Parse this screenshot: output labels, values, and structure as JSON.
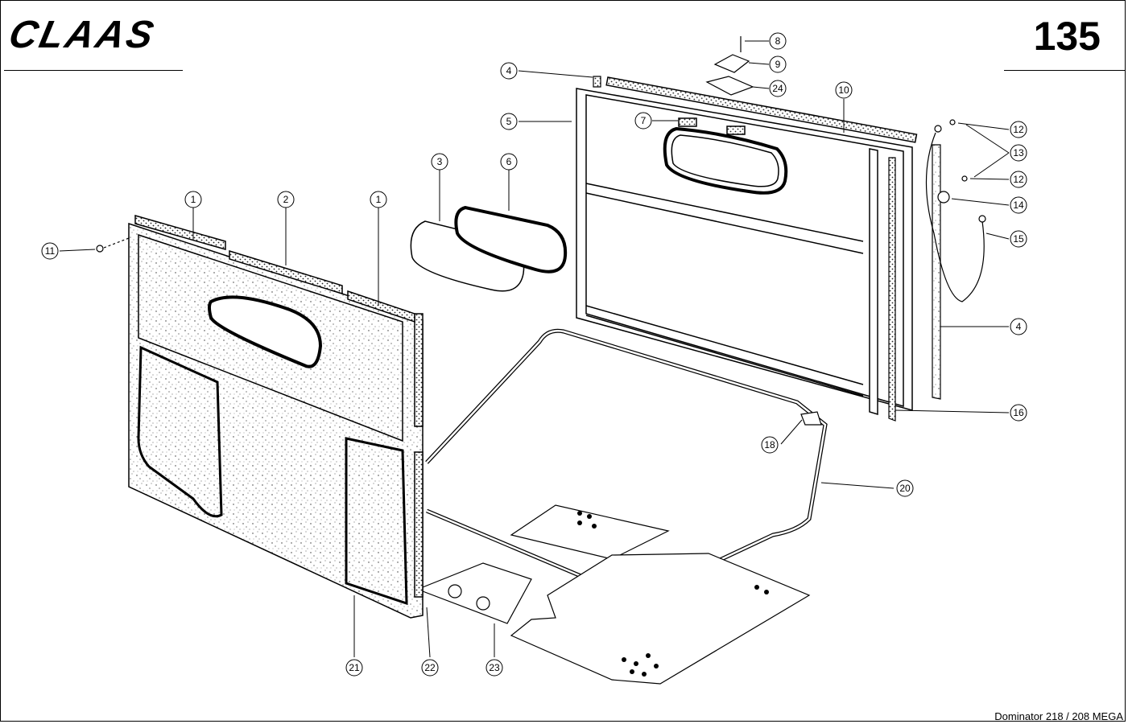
{
  "header": {
    "brand": "CLAAS",
    "page_number": "135"
  },
  "footer": {
    "model": "Dominator 218 / 208 MEGA"
  },
  "callouts": [
    "1",
    "2",
    "1",
    "3",
    "6",
    "4",
    "5",
    "7",
    "8",
    "9",
    "24",
    "10",
    "11",
    "12",
    "13",
    "12",
    "14",
    "15",
    "4",
    "16",
    "18",
    "20",
    "21",
    "22",
    "23"
  ]
}
